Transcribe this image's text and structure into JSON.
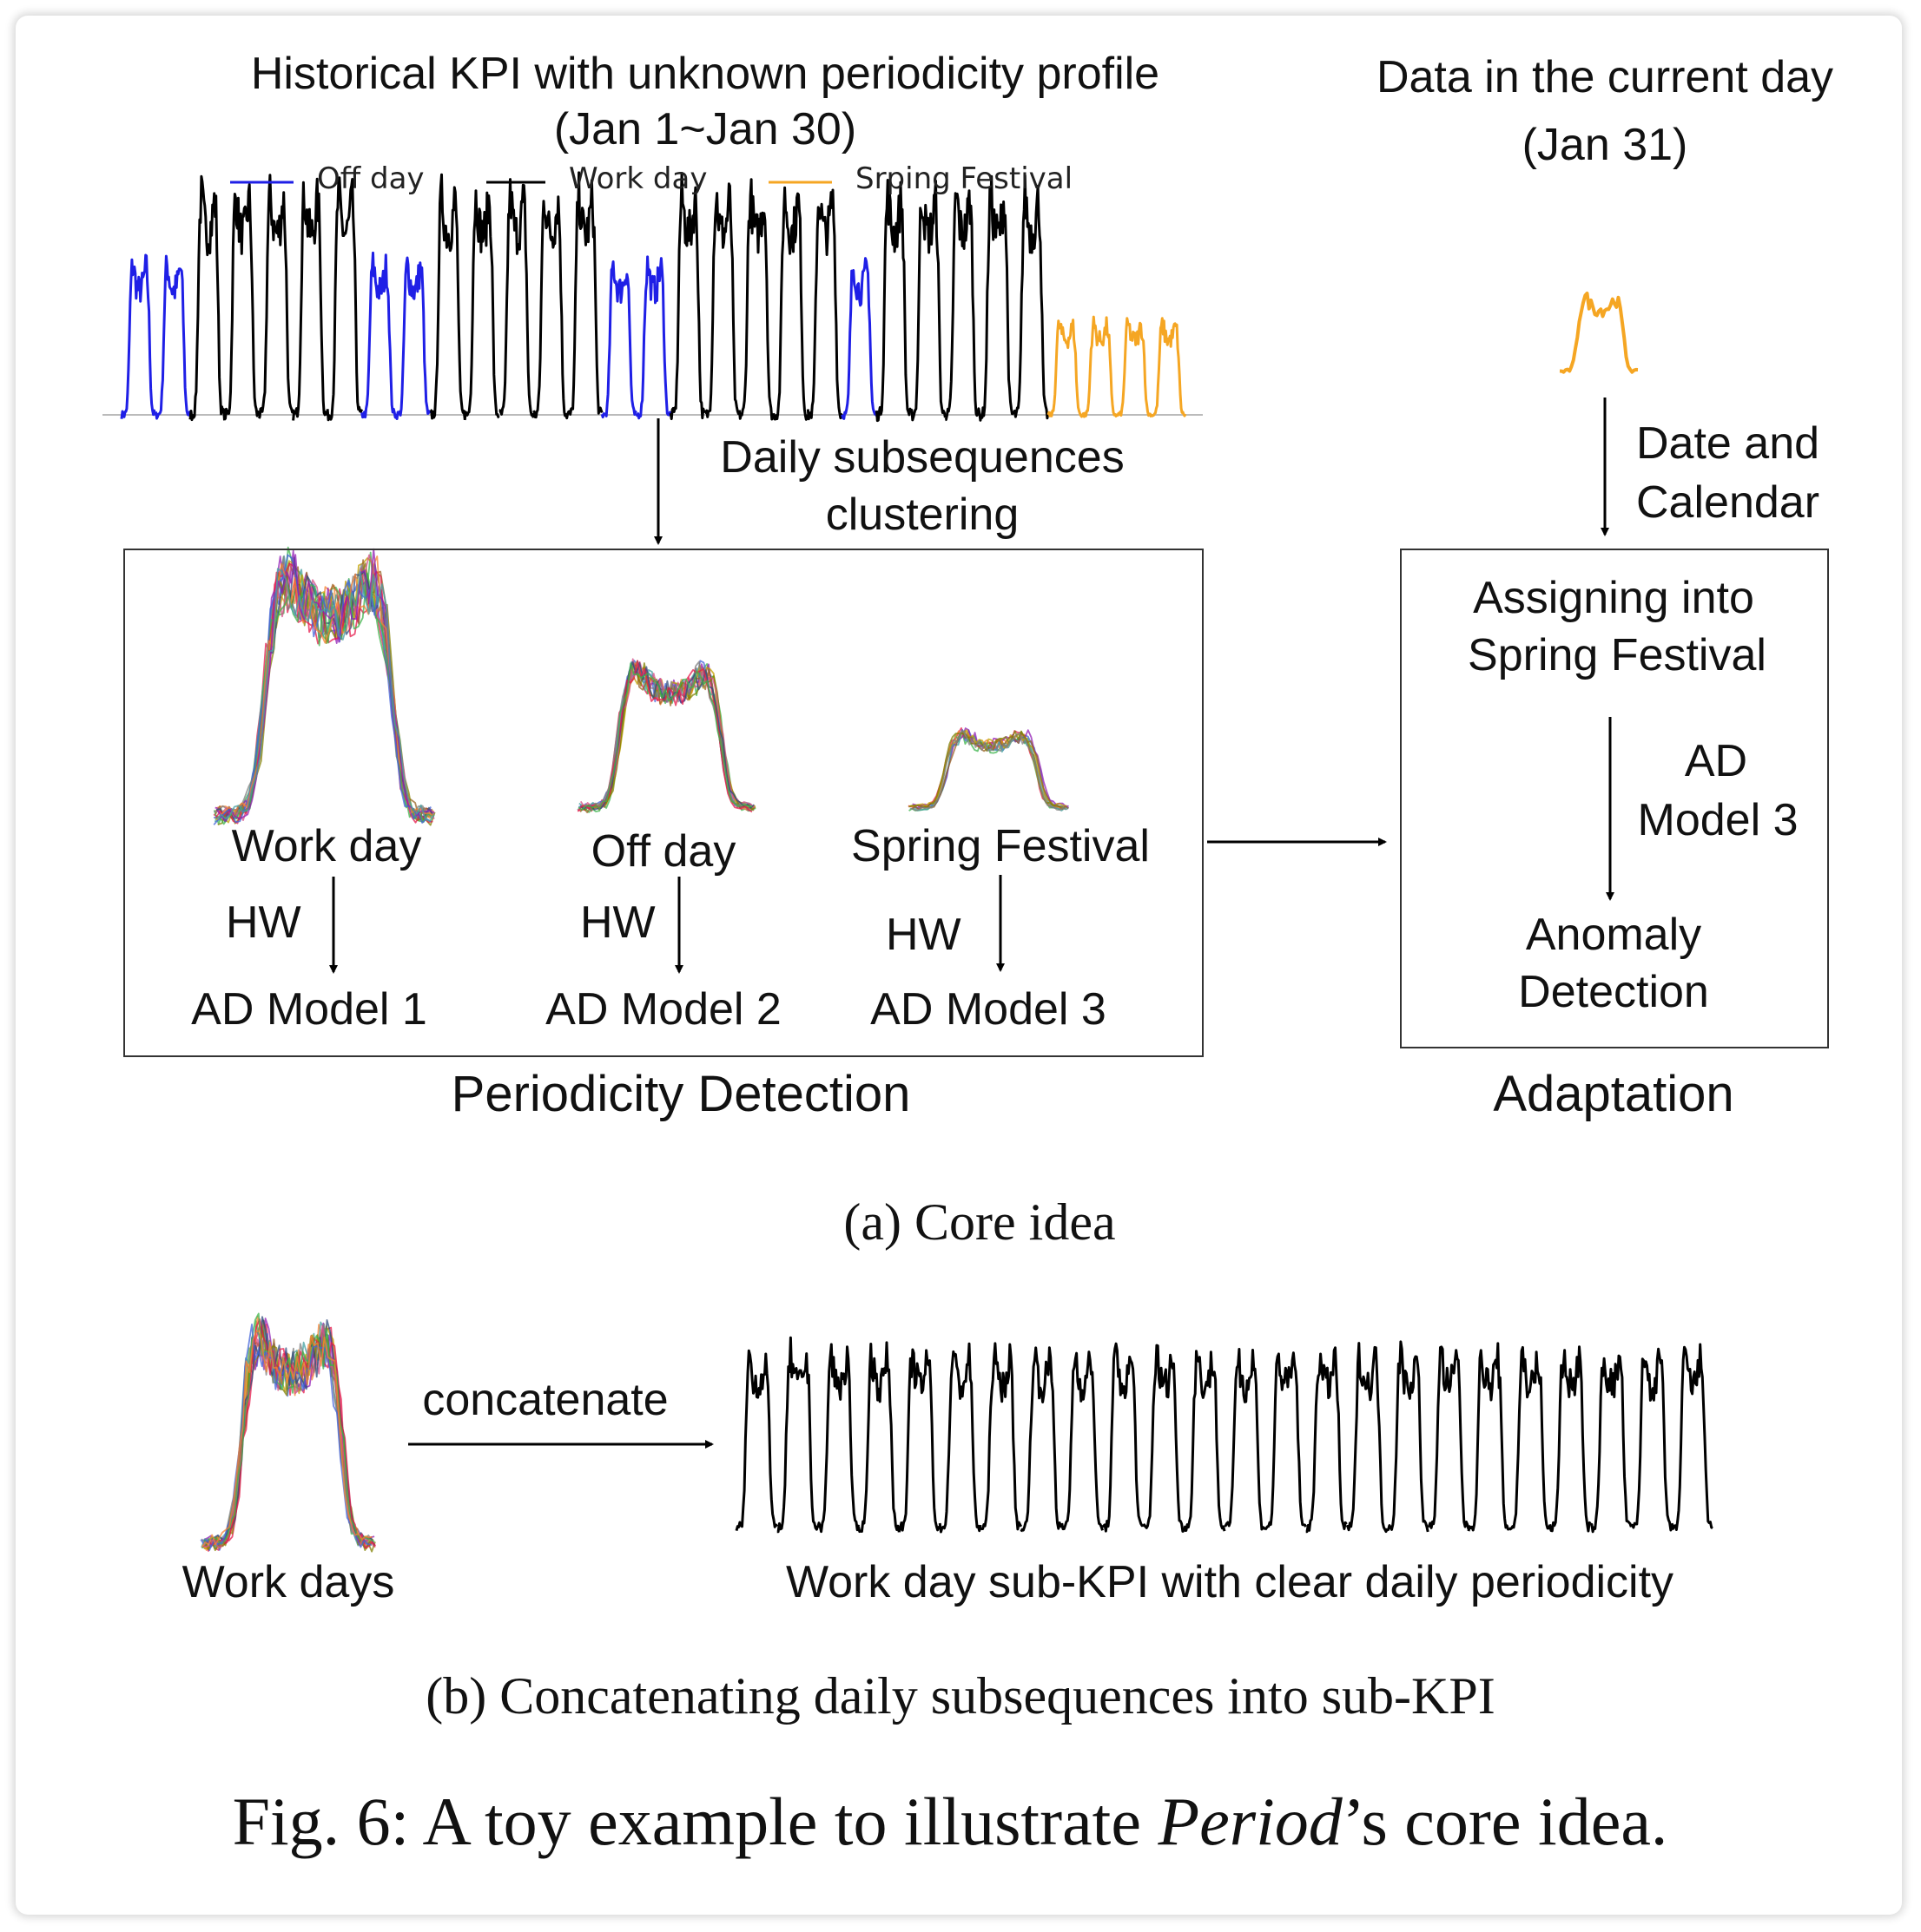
{
  "figure": {
    "top_title": "Historical KPI with unknown periodicity profile",
    "top_subtitle": "(Jan 1~Jan 30)",
    "current_title": "Data in the current day",
    "current_subtitle": "(Jan 31)",
    "legend": [
      {
        "label": "Off day",
        "color": "#1f1fe6"
      },
      {
        "label": "Work day",
        "color": "#000000"
      },
      {
        "label": "Srping Festival",
        "color": "#f5a623"
      }
    ],
    "clustering_label_1": "Daily subsequences",
    "clustering_label_2": "clustering",
    "date_label_1": "Date and",
    "date_label_2": "Calendar",
    "clusters": [
      {
        "name": "Work day",
        "method": "HW",
        "model": "AD Model 1"
      },
      {
        "name": "Off day",
        "method": "HW",
        "model": "AD Model 2"
      },
      {
        "name": "Spring Festival",
        "method": "HW",
        "model": "AD Model 3"
      }
    ],
    "section_periodicity": "Periodicity Detection",
    "adapt_assign_1": "Assigning into",
    "adapt_assign_2": "Spring Festival",
    "adapt_model_1": "AD",
    "adapt_model_2": "Model 3",
    "adapt_detect_1": "Anomaly",
    "adapt_detect_2": "Detection",
    "section_adaptation": "Adaptation",
    "caption_a": "(a)  Core idea",
    "work_days_label": "Work days",
    "concat_label": "concatenate",
    "subkpi_label": "Work day sub-KPI with clear daily periodicity",
    "caption_b": "(b)  Concatenating daily subsequences into sub-KPI",
    "fig_caption_prefix": "Fig. 6: A toy example to illustrate ",
    "fig_caption_italic": "Period",
    "fig_caption_suffix": "’s core idea."
  }
}
